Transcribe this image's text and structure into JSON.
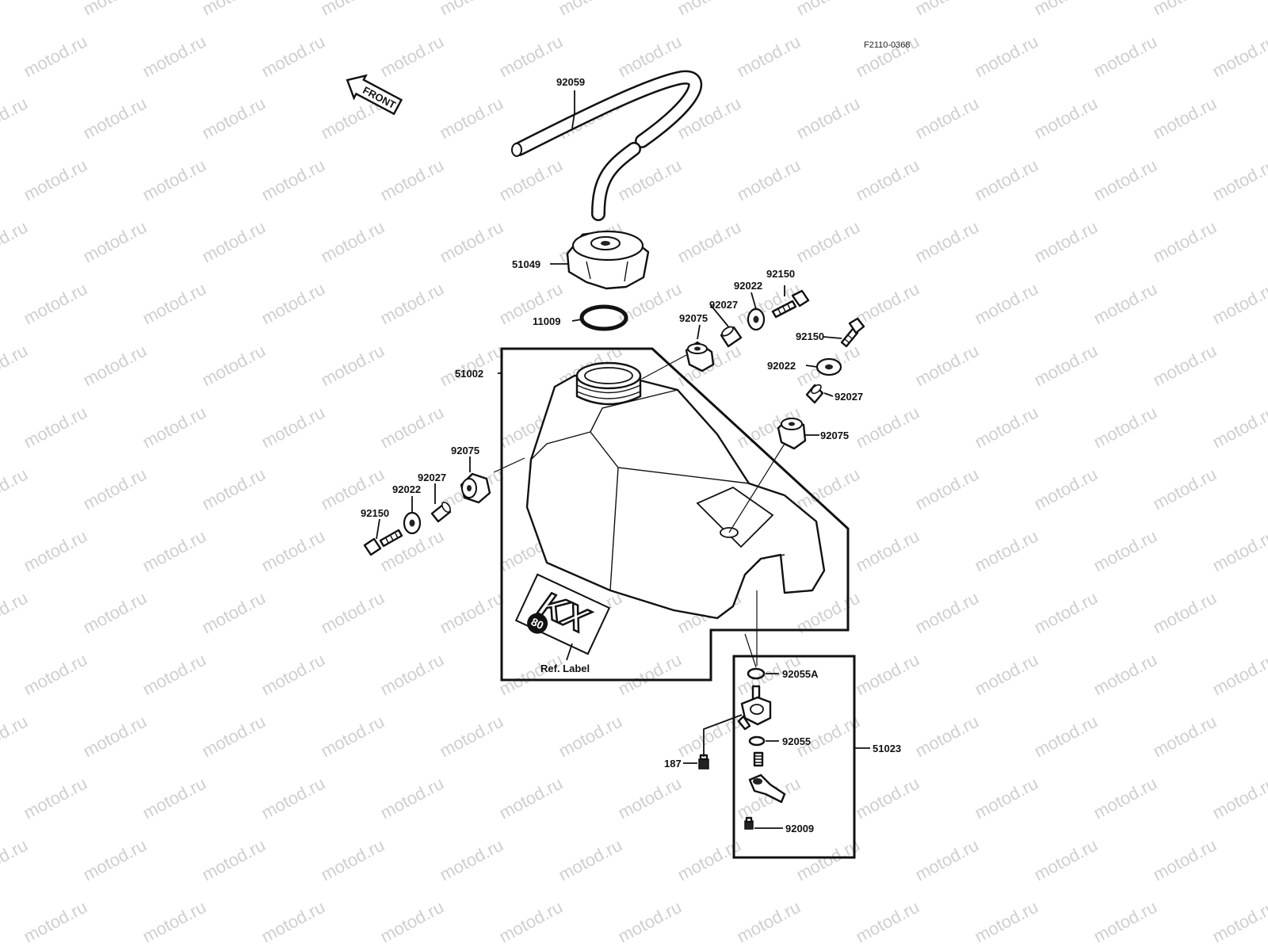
{
  "figure_code": "F2110-0368",
  "front_label": "FRONT",
  "watermark": "motod.ru",
  "brand_label": "KX",
  "model_label": "80",
  "labels": {
    "hose": "92059",
    "cap": "51049",
    "gasket": "11009",
    "tank": "51002",
    "damper_top": "92075",
    "collar_top": "92027",
    "washer_top": "92022",
    "bolt_top": "92150",
    "bolt_right": "92150",
    "washer_right": "92022",
    "collar_right": "92027",
    "damper_right": "92075",
    "damper_left": "92075",
    "collar_left": "92027",
    "washer_left": "92022",
    "bolt_left": "92150",
    "ref_label": "Ref. Label",
    "oring_a": "92055A",
    "cock_assy": "51023",
    "oring": "92055",
    "screw_187": "187",
    "screw_bottom": "92009"
  }
}
